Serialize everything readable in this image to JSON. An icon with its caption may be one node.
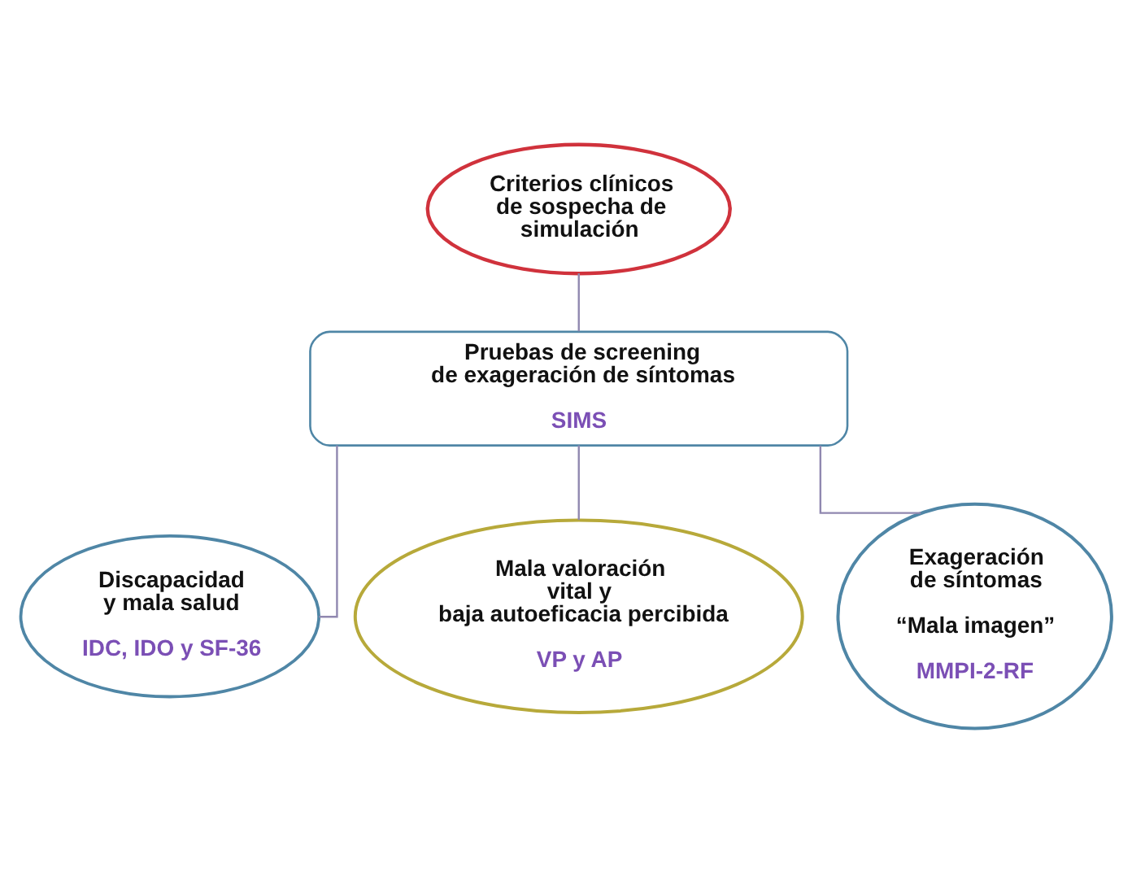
{
  "diagram": {
    "nodes": [
      {
        "text": [
          "Criterios clínicos de sospecha de simulación"
        ]
      },
      {
        "text": [
          "Pruebas de screening de exageración de síntomas",
          "SIMS"
        ]
      },
      {
        "text": [
          "Discapacidad y mala salud",
          "IDC, IDO y SF-36"
        ]
      },
      {
        "text": [
          "Mala valoración vital y baja autoeficacia percibida",
          "VP y AP"
        ]
      },
      {
        "text": [
          "Exageración de síntomas",
          "“Mala imagen”",
          "MMPI-2-RF"
        ]
      }
    ],
    "edges": [
      {
        "from": 0,
        "to": 1,
        "arrow": "none"
      },
      {
        "from": 1,
        "to": 2,
        "arrow": "none"
      },
      {
        "from": 1,
        "to": 3,
        "arrow": "none"
      },
      {
        "from": 1,
        "to": 4,
        "arrow": "none"
      }
    ]
  }
}
